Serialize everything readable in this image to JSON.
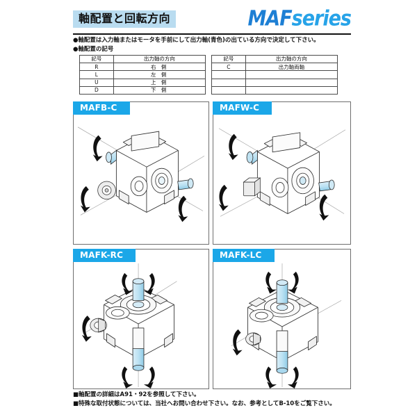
{
  "header": {
    "title": "軸配置と回転方向",
    "brand_primary": "MAF",
    "brand_secondary": "series",
    "brand_color_primary": "#1d7fd4",
    "brand_color_secondary": "#27a3e8",
    "title_bg_color": "#b9dcf0"
  },
  "notes": [
    "●軸配置は入力軸またはモータを手前にして出力軸(青色)の出ている方向で決定して下さい。",
    "●軸配置の記号"
  ],
  "symbol_table": {
    "headers_left": {
      "code": "記号",
      "direction": "出力軸の方向"
    },
    "headers_right": {
      "code": "記号",
      "direction": "出力軸の方向"
    },
    "rows_left": [
      {
        "code": "R",
        "direction": "右 側"
      },
      {
        "code": "L",
        "direction": "左 側"
      },
      {
        "code": "U",
        "direction": "上 側"
      },
      {
        "code": "D",
        "direction": "下 側"
      }
    ],
    "rows_right": [
      {
        "code": "C",
        "direction": "出力軸両軸"
      },
      {
        "code": "",
        "direction": ""
      },
      {
        "code": "",
        "direction": ""
      },
      {
        "code": "",
        "direction": ""
      }
    ]
  },
  "panels": [
    {
      "label": "MAFB-C",
      "figure": "gearbox-horizontal-shaft-right"
    },
    {
      "label": "MAFW-C",
      "figure": "gearbox-horizontal-shaft-left"
    },
    {
      "label": "MAFK-RC",
      "figure": "gearbox-vertical-shaft-right"
    },
    {
      "label": "MAFK-LC",
      "figure": "gearbox-vertical-shaft-left"
    }
  ],
  "panel_label_color": "#1ba7e8",
  "footer": [
    "■軸配置の詳細はA91・92を参照して下さい。",
    "■特殊な取付状態については、当社へお問い合わせ下さい。なお、参考としてB-10をご覧下さい。"
  ]
}
